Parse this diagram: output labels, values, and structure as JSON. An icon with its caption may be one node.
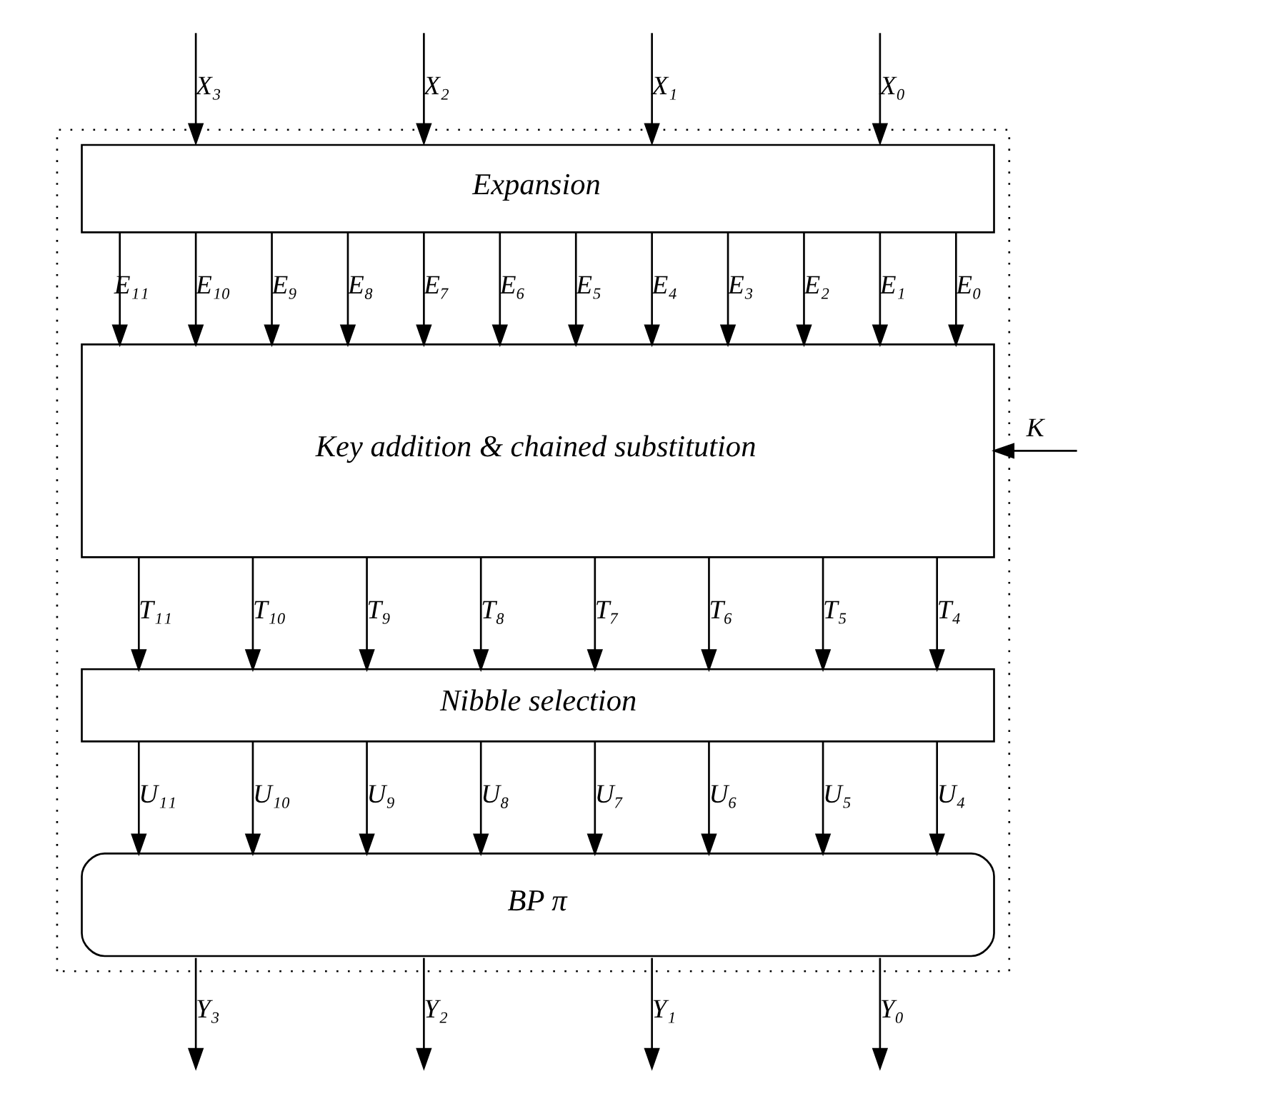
{
  "diagram": {
    "nodes": [
      {
        "text": [],
        "shape": "box"
      },
      {
        "text": [
          "Expansion"
        ],
        "in": 0
      },
      {
        "text": [
          "Key addition & chained substitution"
        ],
        "in": 0
      },
      {
        "text": [
          "Nibble selection"
        ],
        "in": 0
      },
      {
        "text": [
          "BP π"
        ],
        "in": 0
      }
    ],
    "edges": [
      {
        "from": null,
        "to": 1,
        "arrow": "to",
        "label": "X₃"
      },
      {
        "from": null,
        "to": 1,
        "arrow": "to",
        "label": "X₂"
      },
      {
        "from": null,
        "to": 1,
        "arrow": "to",
        "label": "X₁"
      },
      {
        "from": null,
        "to": 1,
        "arrow": "to",
        "label": "X₀"
      },
      {
        "from": 1,
        "to": 2,
        "arrow": "to",
        "label": "E₁₁"
      },
      {
        "from": 1,
        "to": 2,
        "arrow": "to",
        "label": "E₁₀"
      },
      {
        "from": 1,
        "to": 2,
        "arrow": "to",
        "label": "E₉"
      },
      {
        "from": 1,
        "to": 2,
        "arrow": "to",
        "label": "E₈"
      },
      {
        "from": 1,
        "to": 2,
        "arrow": "to",
        "label": "E₇"
      },
      {
        "from": 1,
        "to": 2,
        "arrow": "to",
        "label": "E₆"
      },
      {
        "from": 1,
        "to": 2,
        "arrow": "to",
        "label": "E₅"
      },
      {
        "from": 1,
        "to": 2,
        "arrow": "to",
        "label": "E₄"
      },
      {
        "from": 1,
        "to": 2,
        "arrow": "to",
        "label": "E₃"
      },
      {
        "from": 1,
        "to": 2,
        "arrow": "to",
        "label": "E₂"
      },
      {
        "from": 1,
        "to": 2,
        "arrow": "to",
        "label": "E₁"
      },
      {
        "from": 1,
        "to": 2,
        "arrow": "to",
        "label": "E₀"
      },
      {
        "from": null,
        "to": 2,
        "arrow": "to",
        "label": "K"
      },
      {
        "from": 2,
        "to": 3,
        "arrow": "to",
        "label": "T₁₁"
      },
      {
        "from": 2,
        "to": 3,
        "arrow": "to",
        "label": "T₁₀"
      },
      {
        "from": 2,
        "to": 3,
        "arrow": "to",
        "label": "T₉"
      },
      {
        "from": 2,
        "to": 3,
        "arrow": "to",
        "label": "T₈"
      },
      {
        "from": 2,
        "to": 3,
        "arrow": "to",
        "label": "T₇"
      },
      {
        "from": 2,
        "to": 3,
        "arrow": "to",
        "label": "T₆"
      },
      {
        "from": 2,
        "to": 3,
        "arrow": "to",
        "label": "T₅"
      },
      {
        "from": 2,
        "to": 3,
        "arrow": "to",
        "label": "T₄"
      },
      {
        "from": 3,
        "to": 4,
        "arrow": "to",
        "label": "U₁₁"
      },
      {
        "from": 3,
        "to": 4,
        "arrow": "to",
        "label": "U₁₀"
      },
      {
        "from": 3,
        "to": 4,
        "arrow": "to",
        "label": "U₉"
      },
      {
        "from": 3,
        "to": 4,
        "arrow": "to",
        "label": "U₈"
      },
      {
        "from": 3,
        "to": 4,
        "arrow": "to",
        "label": "U₇"
      },
      {
        "from": 3,
        "to": 4,
        "arrow": "to",
        "label": "U₆"
      },
      {
        "from": 3,
        "to": 4,
        "arrow": "to",
        "label": "U₅"
      },
      {
        "from": 3,
        "to": 4,
        "arrow": "to",
        "label": "U₄"
      },
      {
        "from": 4,
        "to": null,
        "arrow": "to",
        "label": "Y₃"
      },
      {
        "from": 4,
        "to": null,
        "arrow": "to",
        "label": "Y₂"
      },
      {
        "from": 4,
        "to": null,
        "arrow": "to",
        "label": "Y₁"
      },
      {
        "from": 4,
        "to": null,
        "arrow": "to",
        "label": "Y₀"
      }
    ]
  }
}
